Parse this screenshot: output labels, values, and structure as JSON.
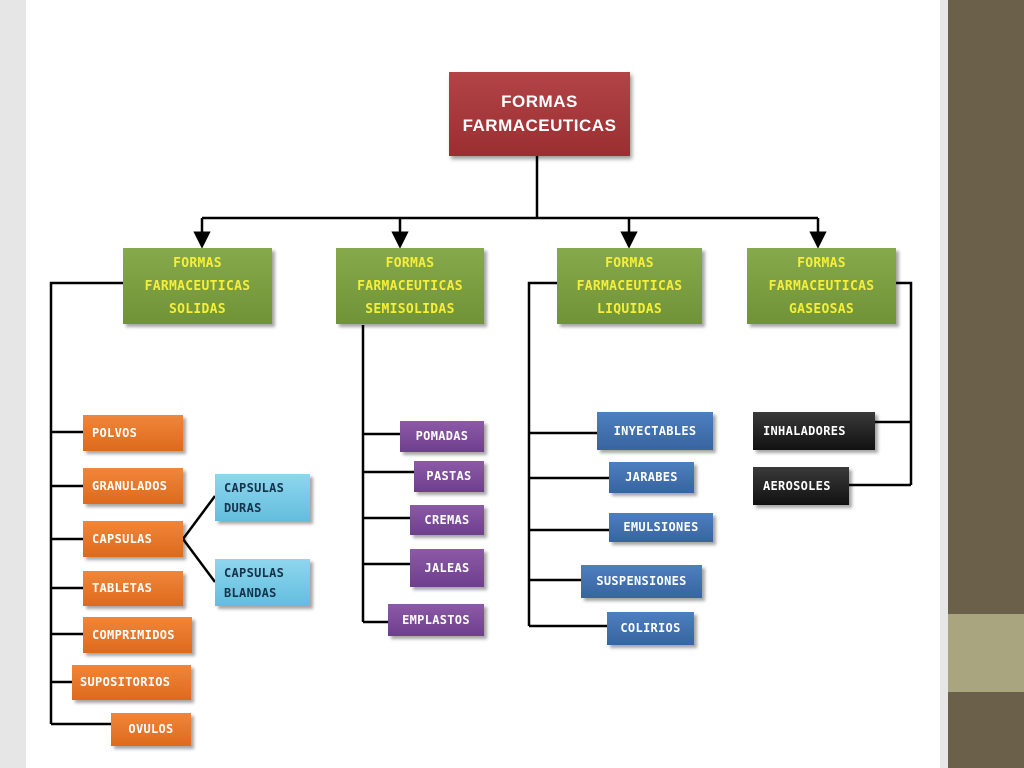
{
  "root": "FORMAS\nFARMACEUTICAS",
  "categories": [
    "FORMAS\nFARMACEUTICAS\nSOLIDAS",
    "FORMAS\nFARMACEUTICAS\nSEMISOLIDAS",
    "FORMAS\nFARMACEUTICAS\nLIQUIDAS",
    "FORMAS\nFARMACEUTICAS\nGASEOSAS"
  ],
  "solidas": [
    "POLVOS",
    "GRANULADOS",
    "CAPSULAS",
    "TABLETAS",
    "COMPRIMIDOS",
    "SUPOSITORIOS",
    "OVULOS"
  ],
  "capsulas": [
    "CAPSULAS\nDURAS",
    "CAPSULAS\nBLANDAS"
  ],
  "semisolidas": [
    "POMADAS",
    "PASTAS",
    "CREMAS",
    "JALEAS",
    "EMPLASTOS"
  ],
  "liquidas": [
    "INYECTABLES",
    "JARABES",
    "EMULSIONES",
    "SUSPENSIONES",
    "COLIRIOS"
  ],
  "gaseosas": [
    "INHALADORES",
    "AEROSOLES"
  ]
}
